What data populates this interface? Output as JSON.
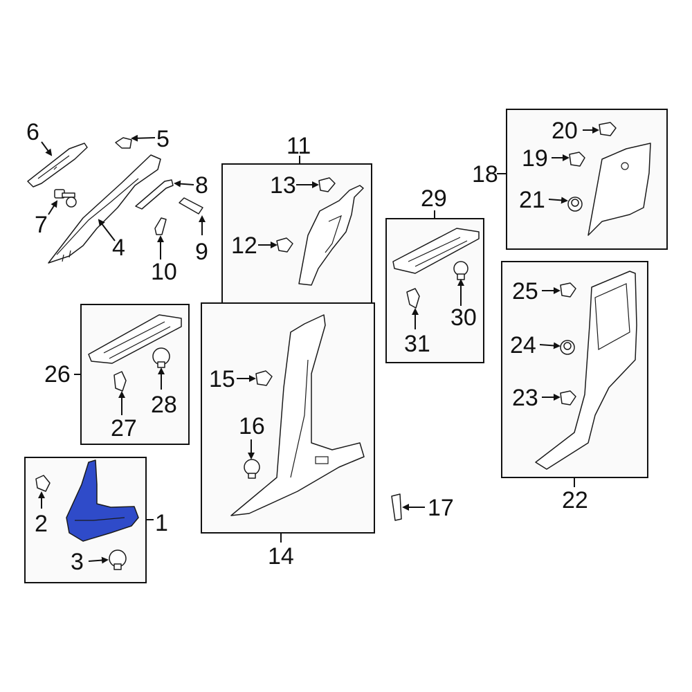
{
  "highlight_color": "#2f4bc9",
  "callouts": {
    "c1": "1",
    "c2": "2",
    "c3": "3",
    "c4": "4",
    "c5": "5",
    "c6": "6",
    "c7": "7",
    "c8": "8",
    "c9": "9",
    "c10": "10",
    "c11": "11",
    "c12": "12",
    "c13": "13",
    "c14": "14",
    "c15": "15",
    "c16": "16",
    "c17": "17",
    "c18": "18",
    "c19": "19",
    "c20": "20",
    "c21": "21",
    "c22": "22",
    "c23": "23",
    "c24": "24",
    "c25": "25",
    "c26": "26",
    "c27": "27",
    "c28": "28",
    "c29": "29",
    "c30": "30",
    "c31": "31"
  }
}
